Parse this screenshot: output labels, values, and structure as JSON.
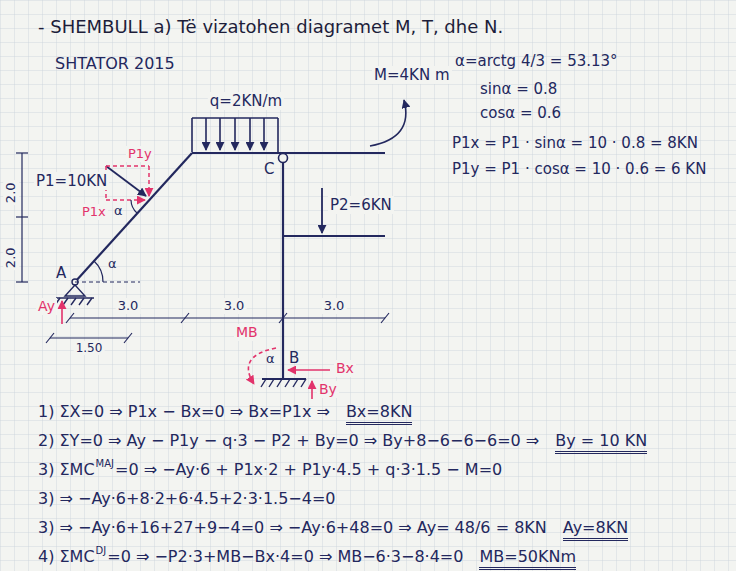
{
  "diagram": {
    "title": "- SHEMBULL a) Të vizatohen diagramet M, T, dhe N.",
    "labels": [
      "SHTATOR 2015",
      "q=2KN/m",
      "M=4KN m",
      "α=arctg 4/3 = 53.13°",
      "sinα = 0.8",
      "cosα = 0.6",
      "P1=10KN",
      "P1y",
      "P1x",
      "α",
      "P1x = P1 · sinα = 10 · 0.8 = 8KN",
      "P1y = P1 · cosα = 10 · 0.6 = 6 KN",
      "C",
      "P2=6KN",
      "2.0",
      "2.0",
      "A",
      "α",
      "MB",
      "α",
      "B",
      "Bx",
      "Ay",
      "By",
      "3.0",
      "3.0",
      "3.0",
      "1.50",
      "1) ΣX=0 ⇒ P1x − Bx=0 ⇒ Bx=P1x ⇒",
      "Bx=8KN",
      "2) ΣY=0 ⇒ Ay − P1y − q·3 − P2 + By=0 ⇒ By+8−6−6−6=0 ⇒",
      "By = 10 KN",
      "3) ΣMC",
      "MAJ",
      "=0 ⇒ −Ay·6 + P1x·2 + P1y·4.5 + q·3·1.5 − M=0",
      "3) ⇒ −Ay·6+8·2+6·4.5+2·3·1.5−4=0",
      "3) ⇒ −Ay·6+16+27+9−4=0 ⇒ −Ay·6+48=0 ⇒ Ay= 48/6 = 8KN",
      "Ay=8KN",
      "4) ΣMC",
      "DJ",
      "=0 ⇒ −P2·3+MB−Bx·4=0 ⇒ MB−6·3−8·4=0",
      "MB=50KNm"
    ]
  }
}
